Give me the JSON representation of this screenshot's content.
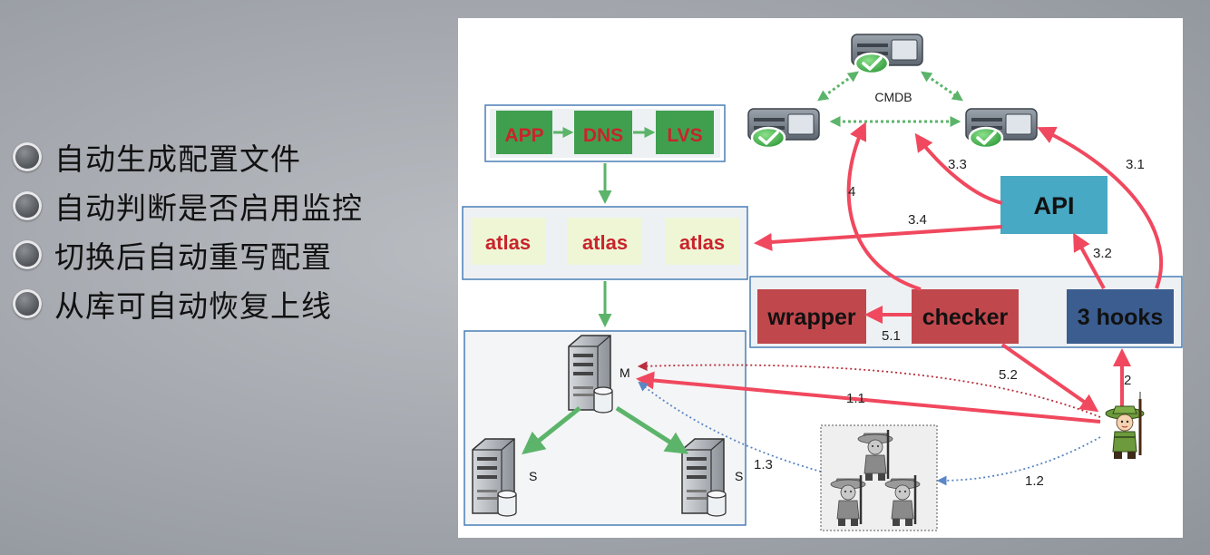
{
  "bullets": [
    "自动生成配置文件",
    "自动判断是否启用监控",
    "切换后自动重写配置",
    "从库可自动恢复上线"
  ],
  "diagram": {
    "cmdb_label": "CMDB",
    "top_chain": [
      "APP",
      "DNS",
      "LVS"
    ],
    "atlas_nodes": [
      "atlas",
      "atlas",
      "atlas"
    ],
    "api_label": "API",
    "wrapper_label": "wrapper",
    "checker_label": "checker",
    "hooks_label": "3 hooks",
    "master_label": "M",
    "slave_label": "S",
    "edge_labels": {
      "e31": "3.1",
      "e32": "3.2",
      "e33": "3.3",
      "e34": "3.4",
      "e4": "4",
      "e51": "5.1",
      "e52": "5.2",
      "e2": "2",
      "e11": "1.1",
      "e12": "1.2",
      "e13": "1.3"
    },
    "colors": {
      "red_arrow": "#f0485e",
      "green_arrow": "#5bb46a",
      "green_box": "#3f9f4f",
      "red_text": "#c9242b",
      "atlas_fill": "#eef6d6",
      "api_fill": "#47a9c4",
      "red_box": "#c0474c",
      "blue_box": "#3b5d8f",
      "box_border": "#4a7fb5"
    }
  }
}
